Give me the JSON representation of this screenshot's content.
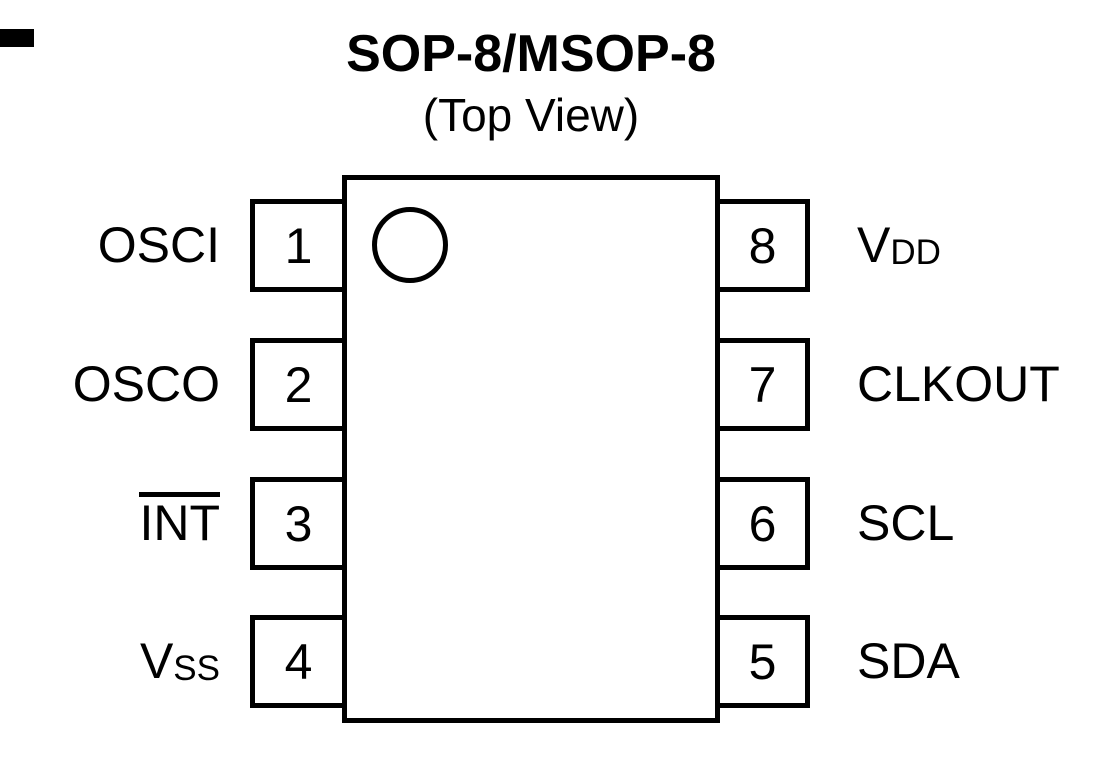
{
  "title": {
    "package": "SOP-8/MSOP-8",
    "view": "(Top View)"
  },
  "pins": {
    "left": [
      {
        "number": "1",
        "label": "OSCI",
        "sub": "",
        "overline": false
      },
      {
        "number": "2",
        "label": "OSCO",
        "sub": "",
        "overline": false
      },
      {
        "number": "3",
        "label": "INT",
        "sub": "",
        "overline": true
      },
      {
        "number": "4",
        "label": "V",
        "sub": "SS",
        "overline": false
      }
    ],
    "right": [
      {
        "number": "8",
        "label": "V",
        "sub": "DD",
        "overline": false
      },
      {
        "number": "7",
        "label": "CLKOUT",
        "sub": "",
        "overline": false
      },
      {
        "number": "6",
        "label": "SCL",
        "sub": "",
        "overline": false
      },
      {
        "number": "5",
        "label": "SDA",
        "sub": "",
        "overline": false
      }
    ]
  },
  "colors": {
    "line": "#000000",
    "background": "#ffffff"
  }
}
